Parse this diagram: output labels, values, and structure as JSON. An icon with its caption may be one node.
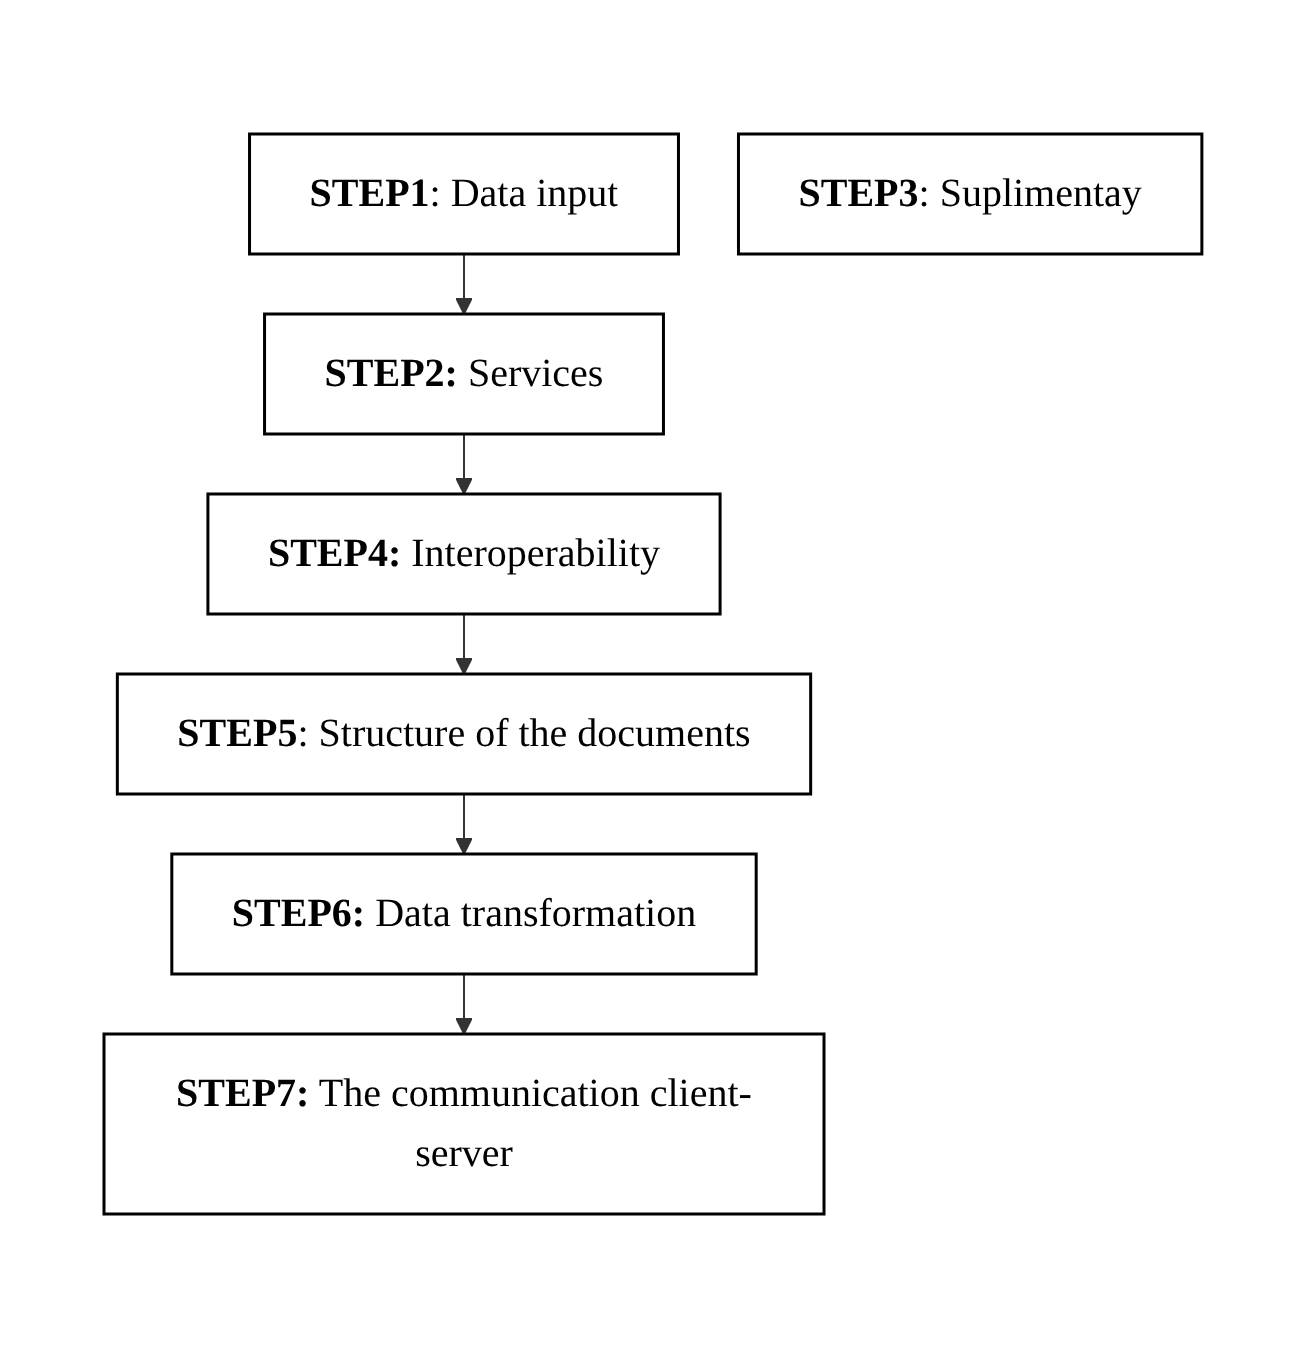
{
  "diagram": {
    "nodes": [
      {
        "text": [
          "**STEP1**: Data input"
        ]
      },
      {
        "text": [
          "**STEP2:** Services"
        ]
      },
      {
        "text": [
          "**STEP3**: Suplimentay"
        ]
      },
      {
        "text": [
          "**STEP4:** Interoperability"
        ]
      },
      {
        "text": [
          "**STEP5**: Structure of the documents"
        ]
      },
      {
        "text": [
          "**STEP6:** Data transformation"
        ]
      },
      {
        "text": [
          "**STEP7:** The communication client-server"
        ]
      }
    ],
    "edges": [
      {
        "from": 0,
        "to": 1,
        "arrow": "to"
      },
      {
        "from": 1,
        "to": 3,
        "arrow": "to"
      },
      {
        "from": 3,
        "to": 4,
        "arrow": "to"
      },
      {
        "from": 4,
        "to": 5,
        "arrow": "to"
      },
      {
        "from": 5,
        "to": 6,
        "arrow": "to"
      }
    ]
  }
}
